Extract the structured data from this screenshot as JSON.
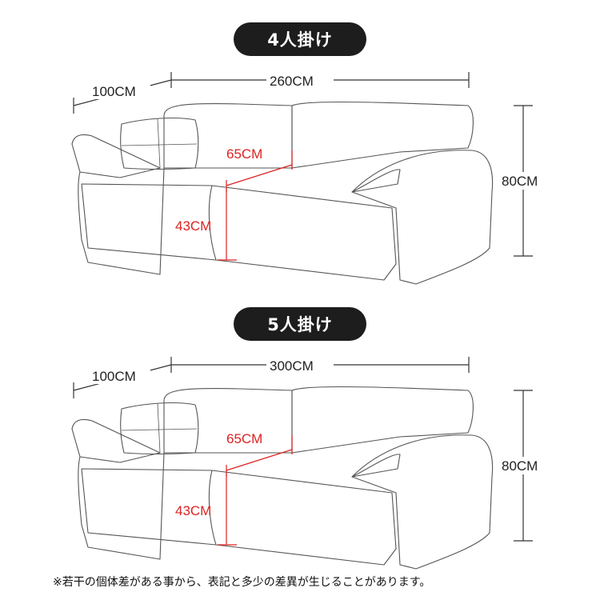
{
  "sections": [
    {
      "badge": "4人掛け",
      "width_label": "260CM",
      "depth_label": "100CM",
      "height_label": "80CM",
      "seat_depth_label": "65CM",
      "seat_height_label": "43CM"
    },
    {
      "badge": "5人掛け",
      "width_label": "300CM",
      "depth_label": "100CM",
      "height_label": "80CM",
      "seat_depth_label": "65CM",
      "seat_height_label": "43CM"
    }
  ],
  "footnote": "※若干の個体差がある事から、表記と多少の差異が生じることがあります。",
  "colors": {
    "badge_bg": "#1d1d1d",
    "dimension_red": "#dd2222",
    "line": "#333333"
  }
}
